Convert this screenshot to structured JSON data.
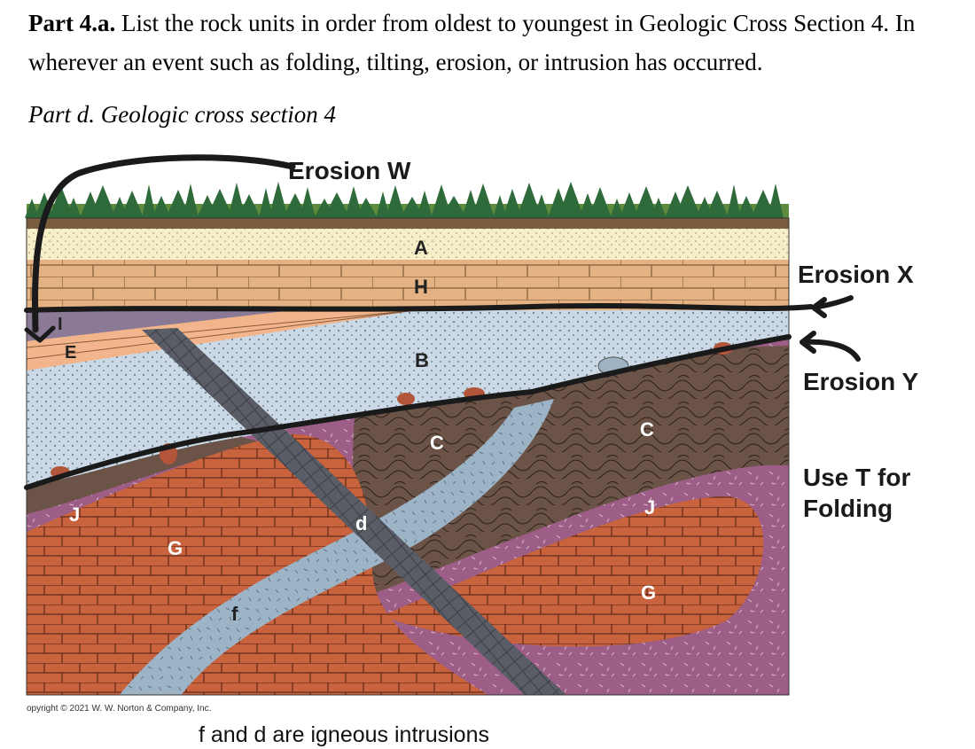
{
  "question": {
    "part_label": "Part 4.a.",
    "line1_rest": " List the rock units in order from oldest to youngest in Geologic Cross Section 4. In",
    "line2": "wherever an event such as folding, tilting, erosion, or intrusion has occurred."
  },
  "section_title": "Part d. Geologic cross section 4",
  "units": {
    "A": "A",
    "H": "H",
    "I": "I",
    "E": "E",
    "B": "B",
    "C1": "C",
    "C2": "C",
    "J1": "J",
    "J2": "J",
    "G1": "G",
    "G2": "G",
    "d": "d",
    "f": "f"
  },
  "annotations": {
    "erosion_w": "Erosion W",
    "erosion_x": "Erosion X",
    "erosion_y": "Erosion Y",
    "folding_line1": "Use T for",
    "folding_line2": "Folding"
  },
  "copyright": "opyright © 2021 W. W. Norton & Company, Inc.",
  "footnote": "f and d are igneous intrusions",
  "colors": {
    "soil": "#7a5c3e",
    "unit_A": "#f6eec7",
    "unit_H": "#e5b383",
    "unit_I": "#8a7a96",
    "unit_E": "#f2b58b",
    "unit_B": "#cbd9e6",
    "unit_C": "#6b5447",
    "unit_J": "#9c5d86",
    "unit_G": "#c9633d",
    "dike_d": "#5a5d66",
    "sill_f": "#9db3c6",
    "annotation_ink": "#1a1a1a"
  }
}
